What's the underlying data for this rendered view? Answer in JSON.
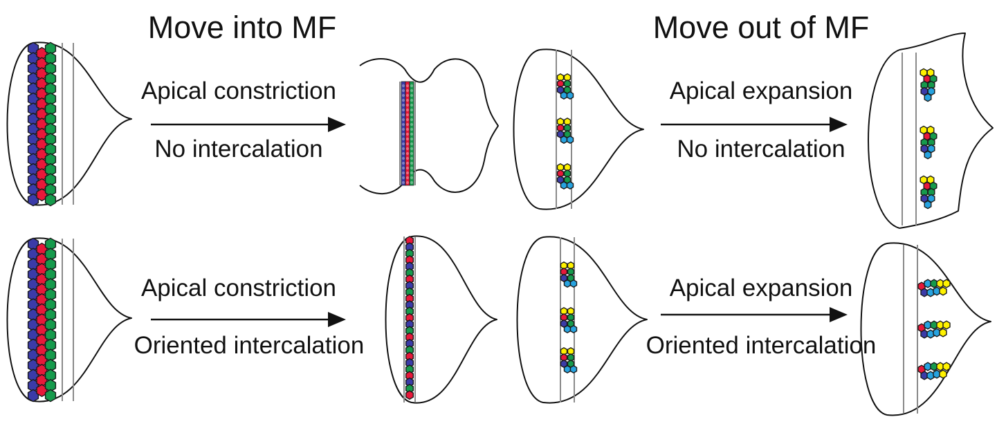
{
  "headings": {
    "left": "Move into MF",
    "right": "Move out of MF"
  },
  "rows": [
    {
      "name": "no-intercalation",
      "into_mf": {
        "line1": "Apical constriction",
        "line2": "No intercalation"
      },
      "out_of_mf": {
        "line1": "Apical expansion",
        "line2": "No intercalation"
      }
    },
    {
      "name": "oriented-intercalation",
      "into_mf": {
        "line1": "Apical constriction",
        "line2": "Oriented intercalation"
      },
      "out_of_mf": {
        "line1": "Apical expansion",
        "line2": "Oriented intercalation"
      }
    }
  ],
  "colors": {
    "blue_cell": "#3b3ba8",
    "red_cell": "#e8183a",
    "green_cell": "#169a4c",
    "yellow_cell": "#fff200",
    "cyan_cell": "#27a3e0",
    "outline": "#111111",
    "band": "#8a8a8a"
  }
}
